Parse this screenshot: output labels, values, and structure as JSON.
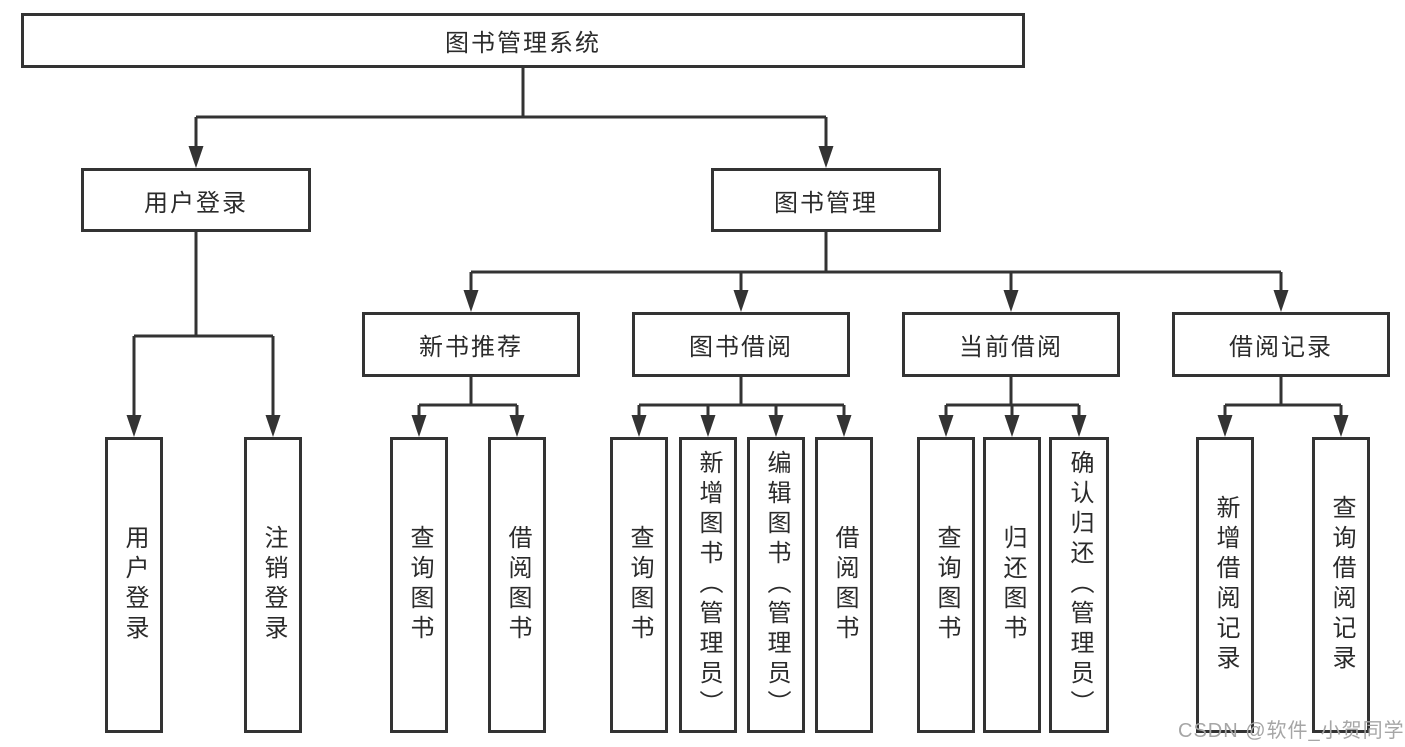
{
  "tree": {
    "label": "图书管理系统",
    "children": [
      {
        "label": "用户登录",
        "children": [
          {
            "label": "用户登录"
          },
          {
            "label": "注销登录"
          }
        ]
      },
      {
        "label": "图书管理",
        "children": [
          {
            "label": "新书推荐",
            "children": [
              {
                "label": "查询图书"
              },
              {
                "label": "借阅图书"
              }
            ]
          },
          {
            "label": "图书借阅",
            "children": [
              {
                "label": "查询图书"
              },
              {
                "label": "新增图书（管理员）"
              },
              {
                "label": "编辑图书（管理员）"
              },
              {
                "label": "借阅图书"
              }
            ]
          },
          {
            "label": "当前借阅",
            "children": [
              {
                "label": "查询图书"
              },
              {
                "label": "归还图书"
              },
              {
                "label": "确认归还（管理员）"
              }
            ]
          },
          {
            "label": "借阅记录",
            "children": [
              {
                "label": "新增借阅记录"
              },
              {
                "label": "查询借阅记录"
              }
            ]
          }
        ]
      }
    ]
  },
  "watermark": {
    "text": "CSDN @软件_小贺同学"
  },
  "colors": {
    "line": "#333333",
    "text": "#2b2b2b",
    "box_background": "#ffffff",
    "watermark": "#a6a6a6"
  }
}
